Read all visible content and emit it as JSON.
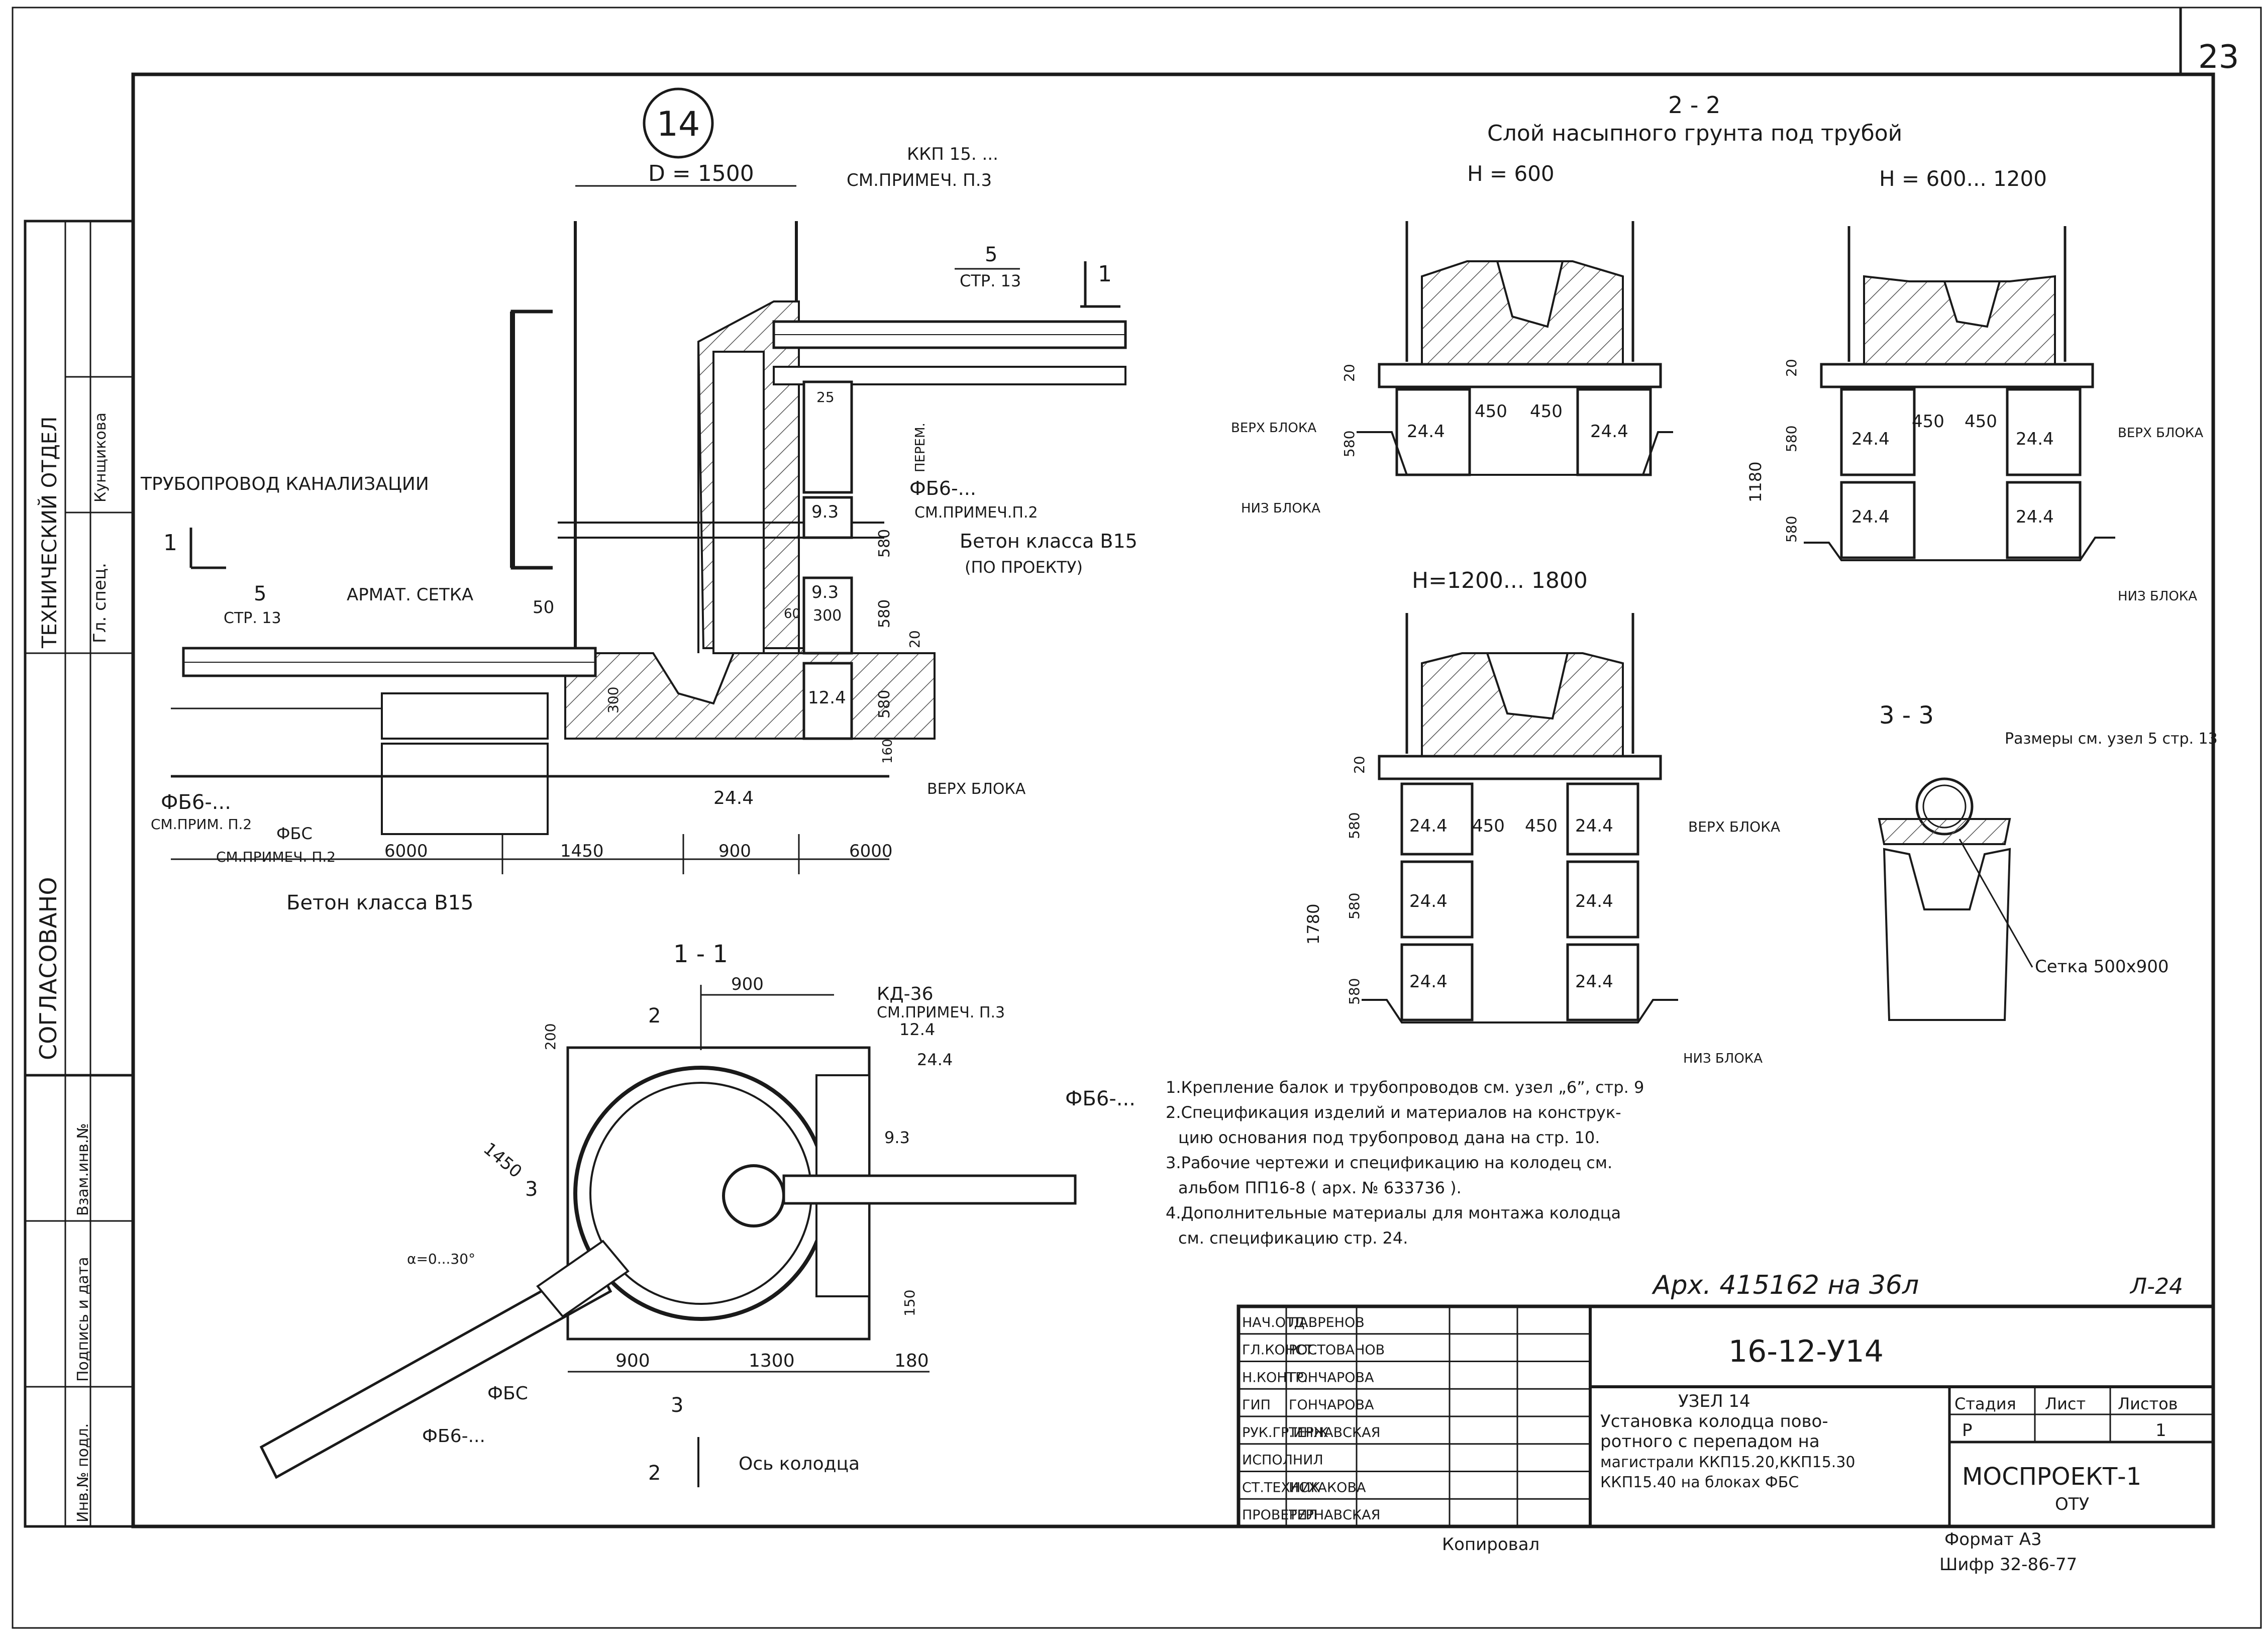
{
  "sheet": {
    "page_number": "23",
    "node_number": "14",
    "side_stamp": {
      "department": "ТЕХНИЧЕСКИЙ ОТДЕЛ",
      "role_1": "Гл. спец.",
      "name_1": "Кунщикова",
      "agreed": "СОГЛАСОВАНО",
      "inv_replace": "Взам.инв.№",
      "sign_date": "Подпись и дата",
      "inv_orig": "Инв.№ подл."
    }
  },
  "plan_view": {
    "diameter_label": "D = 1500",
    "kkp_label": "ККП 15. ...",
    "see_note_3": "СМ.ПРИМЕЧ. П.3",
    "ref_5": "5",
    "ref_page_13": "СТР. 13",
    "section_1": "1",
    "pipeline_label": "ТРУБОПРОВОД КАНАЛИЗАЦИИ",
    "mesh_label": "АРМАТ. СЕТКА",
    "dim_50": "50",
    "dim_25": "25",
    "dim_peregr": "ПЕРЕМ.",
    "fb6_label": "ФБ6-...",
    "see_note_2": "СМ.ПРИМЕЧ.П.2",
    "concrete_label": "Бетон класса В15",
    "by_project": "(ПО ПРОЕКТУ)",
    "block_93": "9.3",
    "block_93b": "9.3",
    "dim_300": "300",
    "dim_580": "580",
    "dim_580b": "580",
    "dim_580c": "580",
    "dim_20": "20",
    "dim_60": "60",
    "dim_300v": "300",
    "block_124": "12.4",
    "dim_160": "160",
    "block_top": "ВЕРХ БЛОКА",
    "block_244": "24.4",
    "fb6_left": "ФБ6-...",
    "see_note_2b": "СМ.ПРИМ. П.2",
    "fbs_label": "ФБС",
    "see_note_2c": "СМ.ПРИМЕЧ. П.2",
    "dim_6000a": "6000",
    "dim_1450": "1450",
    "dim_900": "900",
    "dim_6000b": "6000",
    "concrete_bottom": "Бетон класса В15"
  },
  "section_22": {
    "title": "2 - 2",
    "subtitle": "Слой насыпного грунта под трубой",
    "h600": "Н = 600",
    "h600_1200": "Н = 600... 1200",
    "h1200_1800": "Н=1200... 1800",
    "block": "24.4",
    "dim_450": "450",
    "dim_20": "20",
    "dim_580": "580",
    "dim_1180": "1180",
    "dim_1780": "1780",
    "top_block": "ВЕРХ БЛОКА",
    "bottom_block": "НИЗ БЛОКА"
  },
  "section_33": {
    "title": "3 - 3",
    "dims_label": "Размеры см. узел 5 стр. 13",
    "mesh": "Сетка 500х900"
  },
  "section_11": {
    "title": "1 - 1",
    "dim_900": "900",
    "dim_200": "200",
    "dim_1450": "1450",
    "angle": "α=0...30°",
    "kd36": "КД-36",
    "see_note_3": "СМ.ПРИМЕЧ. П.3",
    "b124": "12.4",
    "b244": "24.4",
    "b93": "9.3",
    "fb6_right": "ФБ6-...",
    "dim_150": "150",
    "dim_900b": "900",
    "dim_1300": "1300",
    "dim_180": "180",
    "fbs": "ФБС",
    "fb6": "ФБ6-...",
    "axis": "Ось колодца",
    "sec_2": "2",
    "sec_3": "3"
  },
  "notes": [
    "1.Крепление балок и трубопроводов см. узел „6”, стр. 9",
    "2.Спецификация изделий и материалов на конструк-",
    "цию основания под трубопровод дана на стр. 10.",
    "3.Рабочие чертежи и спецификацию на колодец см.",
    "альбом ПП16-8 ( арх. № 633736 ).",
    "4.Дополнительные материалы для монтажа колодца",
    "см. спецификацию стр. 24."
  ],
  "archive_note": "Арх. 415162 на 36л",
  "sheet_ref": "Л-24",
  "title_block": {
    "roles": [
      "НАЧ.ОТД.",
      "ГЛ.КОНСТ.",
      "Н.КОНТР.",
      "ГИП",
      "РУК.ГР.ИНЖ",
      "ИСПОЛНИЛ",
      "СТ.ТЕХНИК",
      "ПРОВЕРИЛ"
    ],
    "names": [
      "ЛАВРЕНОВ",
      "РОСТОВАНОВ",
      "ГОНЧАРОВА",
      "ГОНЧАРОВА",
      "ТЕРНАВСКАЯ",
      "",
      "ИСХАКОВА",
      "ТЕРНАВСКАЯ"
    ],
    "code": "16-12-У14",
    "title_lines": [
      "УЗЕЛ 14",
      "Установка колодца пово-",
      "ротного с перепадом на",
      "магистрали ККП15.20,ККП15.30",
      "ККП15.40 на блоках ФБС"
    ],
    "stage_h": "Стадия",
    "sheet_h": "Лист",
    "sheets_h": "Листов",
    "stage": "Р",
    "sheets": "1",
    "org": "МОСПРОЕКТ-1",
    "org2": "ОТУ",
    "copied": "Копировал",
    "format": "Формат А3",
    "cipher": "Шифр 32-86-77"
  }
}
